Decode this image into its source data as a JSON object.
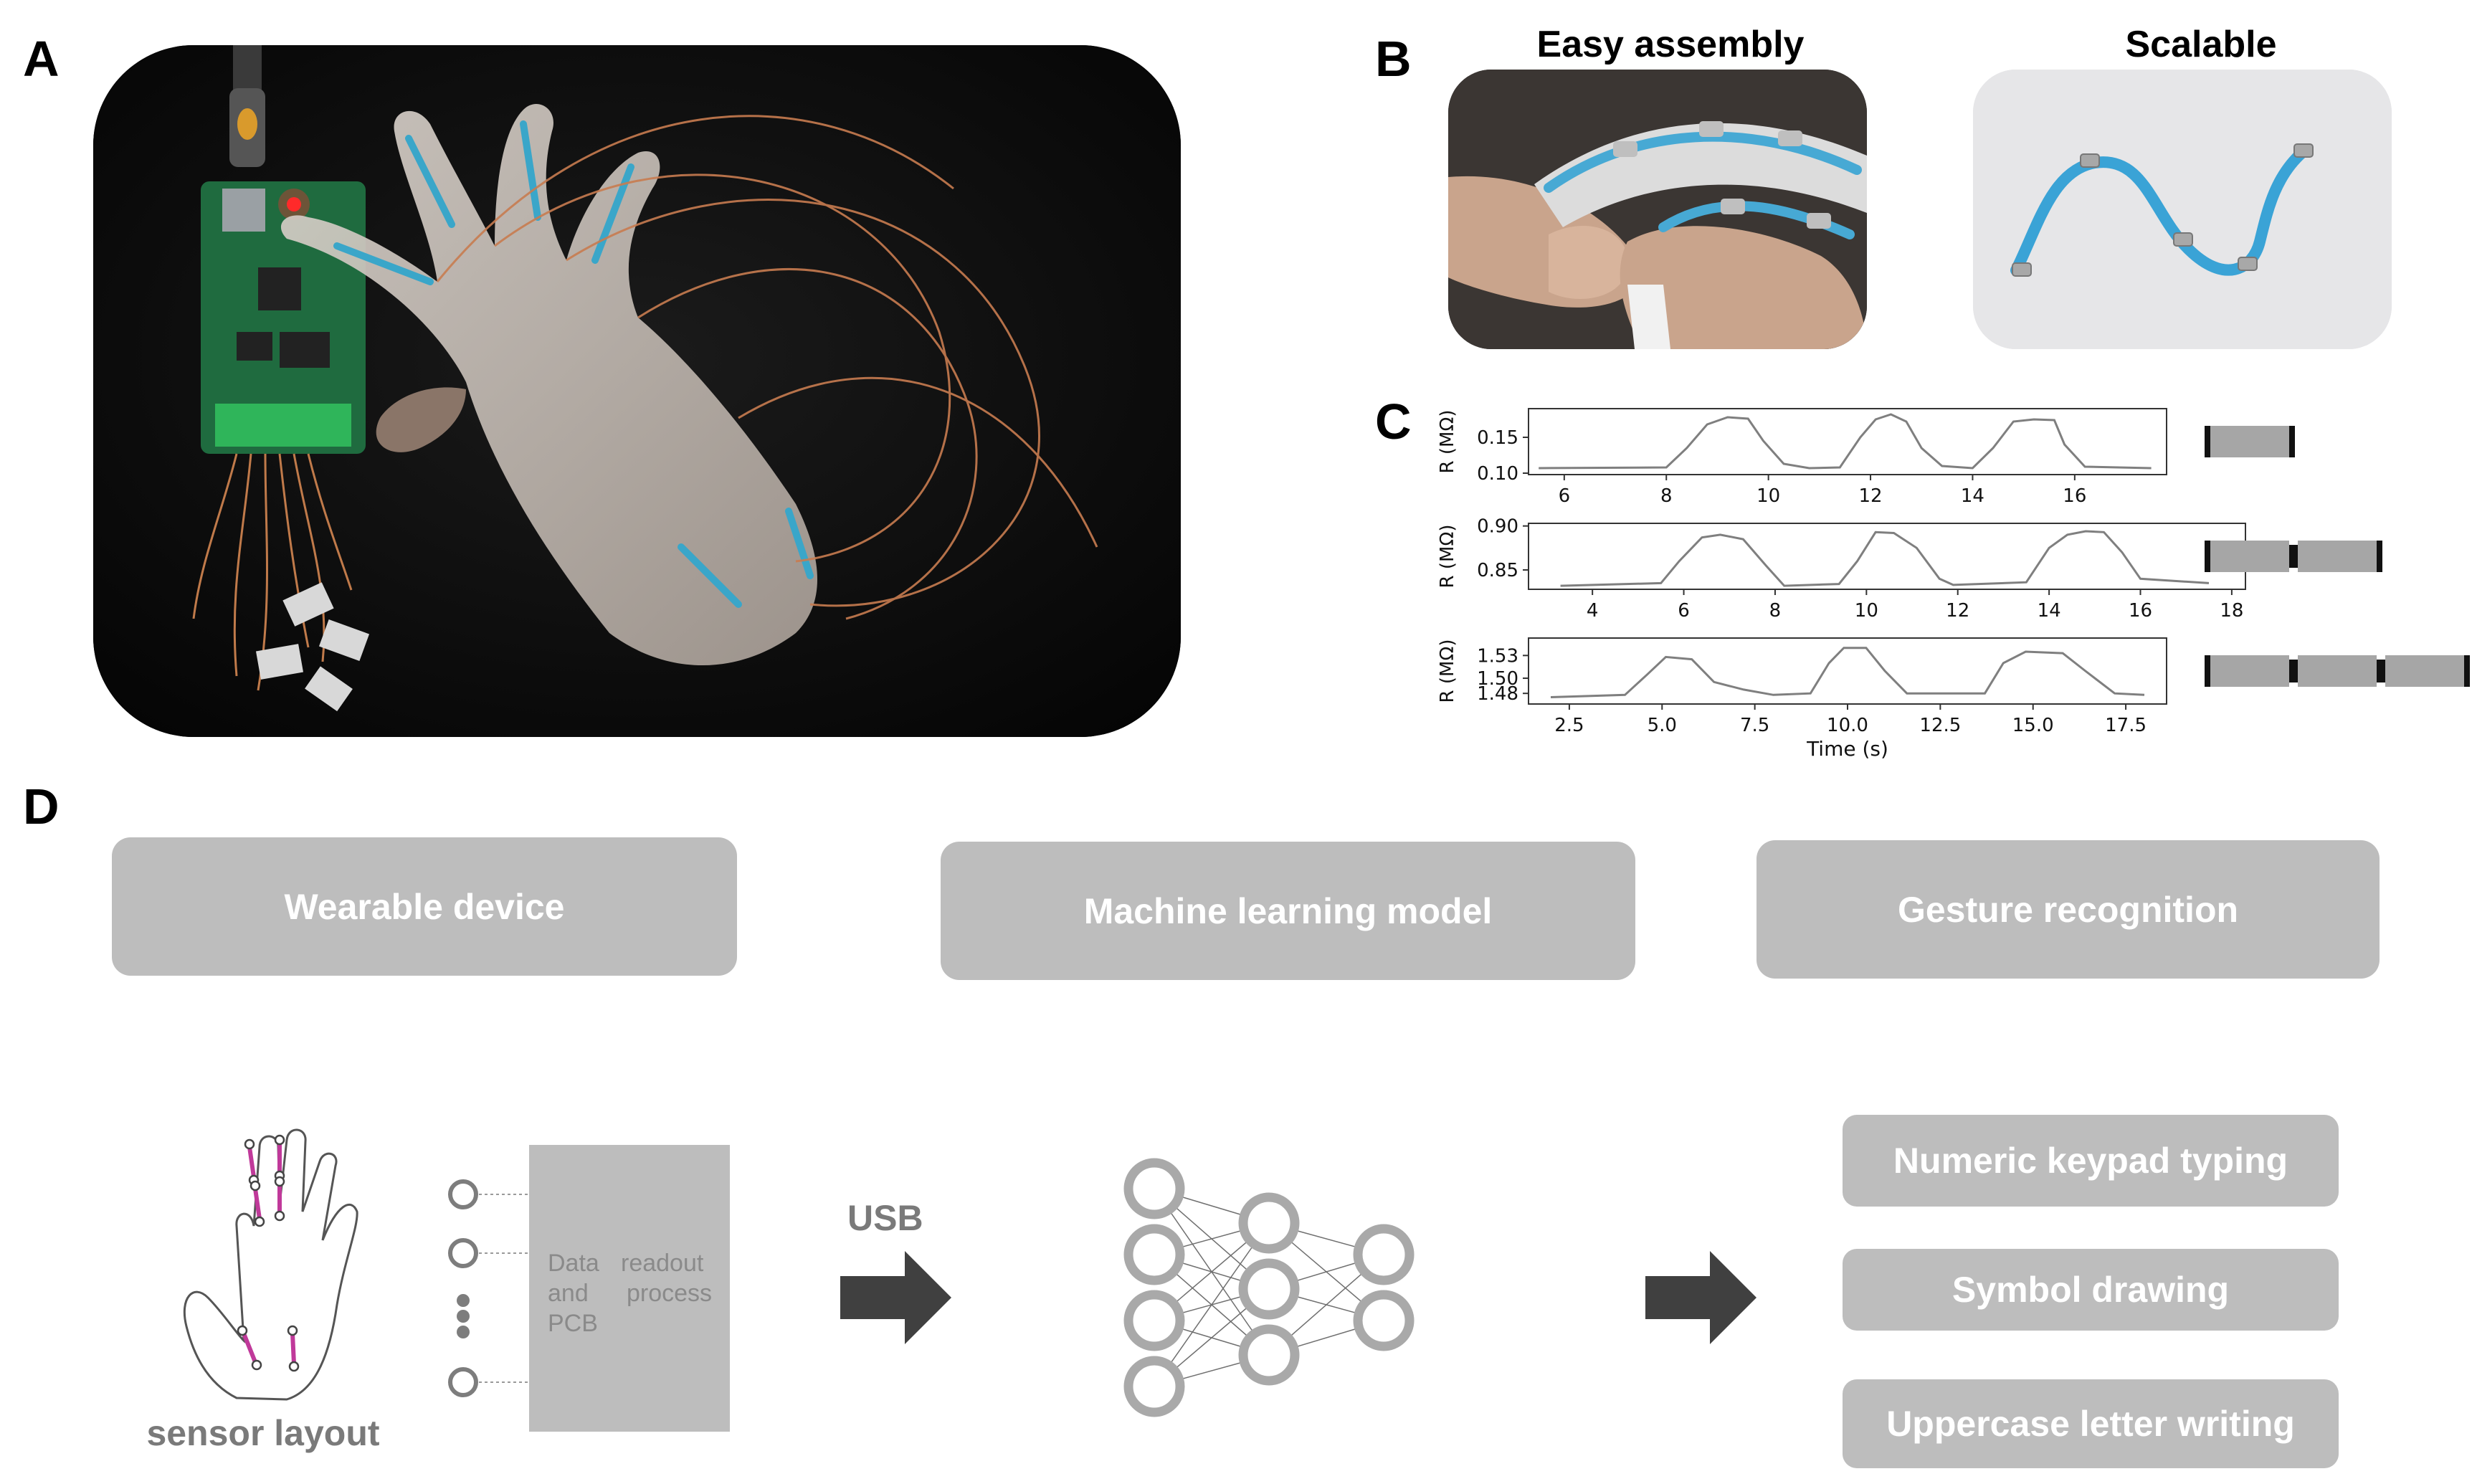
{
  "panels": {
    "a": "A",
    "b": "B",
    "c": "C",
    "d": "D"
  },
  "panel_b": {
    "left_title": "Easy assembly",
    "right_title": "Scalable"
  },
  "panel_d": {
    "top_boxes": [
      "Wearable device",
      "Machine learning model",
      "Gesture recognition"
    ],
    "readout": {
      "line1_left": "Data",
      "line1_right": "readout",
      "line2_left": "and",
      "line2_right": "process",
      "line3": "PCB"
    },
    "usb_label": "USB",
    "sensor_caption": "sensor layout",
    "outputs": [
      "Numeric keypad typing",
      "Symbol drawing",
      "Uppercase letter writing"
    ]
  },
  "colors": {
    "box_grey": "#bdbdbd",
    "arrow": "#404040",
    "sensor": "#c0399a",
    "trace": "#7f7f7f"
  },
  "chart_data": [
    {
      "type": "line",
      "ylabel": "R (MΩ)",
      "xlim": [
        5.3,
        17.8
      ],
      "ylim": [
        0.098,
        0.19
      ],
      "xticks": [
        6,
        8,
        10,
        12,
        14,
        16
      ],
      "yticks": [
        0.1,
        0.15
      ],
      "ytick_labels": [
        "0.10",
        "0.15"
      ],
      "x": [
        5.5,
        8.0,
        8.4,
        8.8,
        9.2,
        9.6,
        9.9,
        10.3,
        10.8,
        11.4,
        11.8,
        12.1,
        12.4,
        12.7,
        13.0,
        13.4,
        14.0,
        14.4,
        14.8,
        15.2,
        15.6,
        15.8,
        16.2,
        17.5
      ],
      "y": [
        0.107,
        0.108,
        0.135,
        0.168,
        0.178,
        0.176,
        0.145,
        0.113,
        0.107,
        0.108,
        0.15,
        0.175,
        0.182,
        0.172,
        0.135,
        0.11,
        0.107,
        0.135,
        0.172,
        0.175,
        0.174,
        0.14,
        0.109,
        0.107
      ],
      "segments": 1
    },
    {
      "type": "line",
      "ylabel": "R (MΩ)",
      "xlim": [
        2.6,
        18.3
      ],
      "ylim": [
        0.828,
        0.903
      ],
      "xticks": [
        4,
        6,
        8,
        10,
        12,
        14,
        16,
        18
      ],
      "yticks": [
        0.85,
        0.9
      ],
      "ytick_labels": [
        "0.85",
        "0.90"
      ],
      "x": [
        3.3,
        5.5,
        5.9,
        6.4,
        6.8,
        7.3,
        7.8,
        8.2,
        9.4,
        9.8,
        10.2,
        10.6,
        11.1,
        11.6,
        11.9,
        13.5,
        14.0,
        14.4,
        14.8,
        15.2,
        15.6,
        16.0,
        17.5
      ],
      "y": [
        0.832,
        0.835,
        0.86,
        0.887,
        0.89,
        0.885,
        0.855,
        0.832,
        0.834,
        0.86,
        0.893,
        0.892,
        0.875,
        0.84,
        0.833,
        0.836,
        0.875,
        0.89,
        0.894,
        0.893,
        0.87,
        0.84,
        0.835
      ],
      "segments": 2
    },
    {
      "type": "line",
      "xlabel": "Time (s)",
      "ylabel": "R (MΩ)",
      "xlim": [
        1.4,
        18.6
      ],
      "ylim": [
        1.466,
        1.553
      ],
      "xticks": [
        2.5,
        5.0,
        7.5,
        10.0,
        12.5,
        15.0,
        17.5
      ],
      "yticks": [
        1.48,
        1.5,
        1.53
      ],
      "ytick_labels": [
        "1.48",
        "1.50",
        "1.53"
      ],
      "x": [
        2.0,
        4.0,
        4.6,
        5.1,
        5.8,
        6.4,
        7.2,
        8.0,
        9.0,
        9.5,
        9.9,
        10.5,
        11.0,
        11.6,
        12.5,
        13.7,
        14.2,
        14.8,
        15.8,
        16.4,
        17.2,
        18.0
      ],
      "y": [
        1.475,
        1.478,
        1.505,
        1.528,
        1.525,
        1.495,
        1.485,
        1.478,
        1.48,
        1.52,
        1.54,
        1.54,
        1.51,
        1.48,
        1.48,
        1.48,
        1.52,
        1.535,
        1.533,
        1.51,
        1.48,
        1.478
      ],
      "segments": 3
    }
  ]
}
